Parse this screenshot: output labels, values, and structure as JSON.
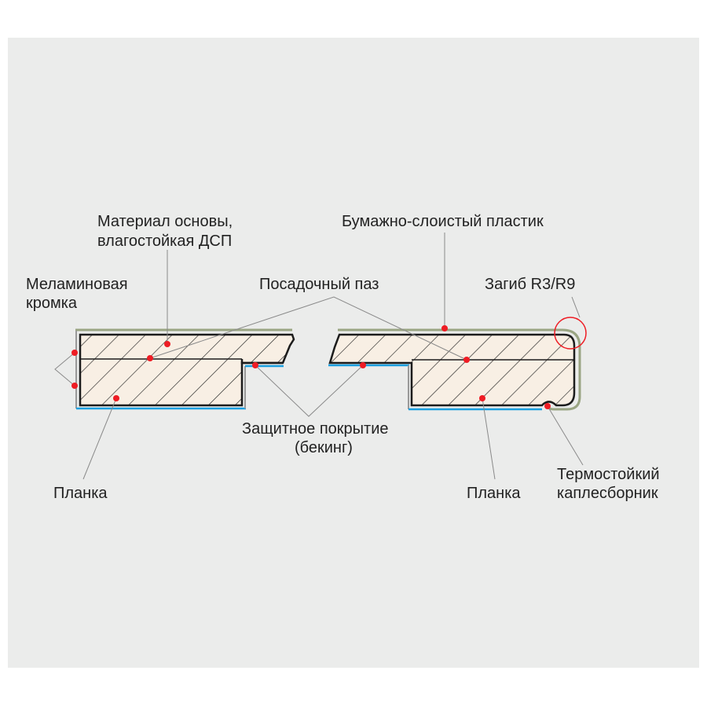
{
  "labels": {
    "base_material_1": "Материал основы,",
    "base_material_2": "влагостойкая ДСП",
    "hpl": "Бумажно-слоистый пластик",
    "melamine_1": "Меламиновая",
    "melamine_2": "кромка",
    "groove": "Посадочный паз",
    "bend": "Загиб R3/R9",
    "backing_1": "Защитное покрытие",
    "backing_2": "(бекинг)",
    "plank_left": "Планка",
    "plank_right": "Планка",
    "drip_1": "Термостойкий",
    "drip_2": "каплесборник"
  },
  "colors": {
    "panel": "#ebeceb",
    "body_fill": "#f8efe4",
    "laminate": "#9aa583",
    "backing": "#1a9fe0",
    "marker": "#ee1c24"
  }
}
